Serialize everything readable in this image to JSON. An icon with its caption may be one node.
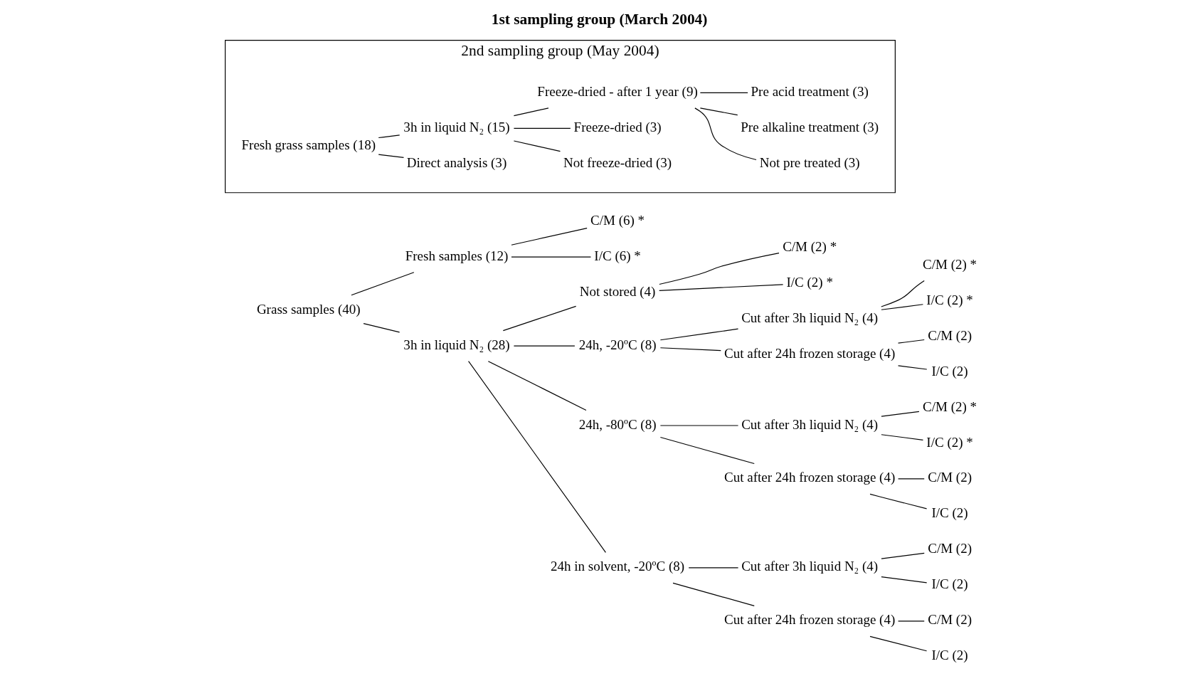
{
  "diagram": {
    "title": "1st sampling group (March 2004)",
    "nodes": [
      {
        "text": [
          "Grass samples (40)"
        ]
      },
      {
        "text": [
          "Fresh samples (12)"
        ]
      },
      {
        "text": [
          "C/M (6) *"
        ]
      },
      {
        "text": [
          "I/C (6) *"
        ]
      },
      {
        "text": [
          "3h in liquid N₂ (28)"
        ]
      },
      {
        "text": [
          "Not stored (4)"
        ]
      },
      {
        "text": [
          "C/M (2) *"
        ]
      },
      {
        "text": [
          "I/C (2) *"
        ]
      },
      {
        "text": [
          "24h, -20ºC (8)"
        ]
      },
      {
        "text": [
          "Cut after 3h liquid N₂ (4)"
        ]
      },
      {
        "text": [
          "C/M (2) *"
        ]
      },
      {
        "text": [
          "I/C (2) *"
        ]
      },
      {
        "text": [
          "Cut after 24h frozen storage (4)"
        ]
      },
      {
        "text": [
          "C/M (2)"
        ]
      },
      {
        "text": [
          "I/C (2)"
        ]
      },
      {
        "text": [
          "24h, -80ºC (8)"
        ]
      },
      {
        "text": [
          "Cut after 3h liquid N₂ (4)"
        ]
      },
      {
        "text": [
          "C/M (2) *"
        ]
      },
      {
        "text": [
          "I/C (2) *"
        ]
      },
      {
        "text": [
          "Cut after 24h frozen storage (4)"
        ]
      },
      {
        "text": [
          "C/M (2)"
        ]
      },
      {
        "text": [
          "I/C (2)"
        ]
      },
      {
        "text": [
          "24h in solvent, -20ºC (8)"
        ]
      },
      {
        "text": [
          "Cut after 3h liquid N₂ (4)"
        ]
      },
      {
        "text": [
          "C/M (2)"
        ]
      },
      {
        "text": [
          "I/C (2)"
        ]
      },
      {
        "text": [
          "Cut after 24h frozen storage (4)"
        ]
      },
      {
        "text": [
          "C/M (2)"
        ]
      },
      {
        "text": [
          "I/C (2)"
        ]
      },
      {
        "text": [
          "2nd sampling group (May 2004)"
        ]
      },
      {
        "text": [
          "Fresh grass samples (18)"
        ],
        "in": 29
      },
      {
        "text": [
          "Direct analysis (3)"
        ],
        "in": 29
      },
      {
        "text": [
          "3h in liquid N₂ (15)"
        ],
        "in": 29
      },
      {
        "text": [
          "Not freeze-dried (3)"
        ],
        "in": 29
      },
      {
        "text": [
          "Freeze-dried (3)"
        ],
        "in": 29
      },
      {
        "text": [
          "Freeze-dried - after 1 year (9)"
        ],
        "in": 29
      },
      {
        "text": [
          "Not pre treated (3)"
        ],
        "in": 29
      },
      {
        "text": [
          "Pre alkaline treatment (3)"
        ],
        "in": 29
      },
      {
        "text": [
          "Pre acid treatment (3)"
        ],
        "in": 29
      }
    ],
    "edges": [
      {
        "from": 0,
        "to": 1,
        "arrow": "none"
      },
      {
        "from": 0,
        "to": 4,
        "arrow": "none"
      },
      {
        "from": 1,
        "to": 2,
        "arrow": "none"
      },
      {
        "from": 1,
        "to": 3,
        "arrow": "none"
      },
      {
        "from": 4,
        "to": 5,
        "arrow": "none"
      },
      {
        "from": 4,
        "to": 8,
        "arrow": "none"
      },
      {
        "from": 4,
        "to": 15,
        "arrow": "none"
      },
      {
        "from": 4,
        "to": 22,
        "arrow": "none"
      },
      {
        "from": 5,
        "to": 6,
        "arrow": "none"
      },
      {
        "from": 5,
        "to": 7,
        "arrow": "none"
      },
      {
        "from": 8,
        "to": 9,
        "arrow": "none"
      },
      {
        "from": 8,
        "to": 12,
        "arrow": "none"
      },
      {
        "from": 9,
        "to": 10,
        "arrow": "none"
      },
      {
        "from": 9,
        "to": 11,
        "arrow": "none"
      },
      {
        "from": 12,
        "to": 13,
        "arrow": "none"
      },
      {
        "from": 12,
        "to": 14,
        "arrow": "none"
      },
      {
        "from": 15,
        "to": 16,
        "arrow": "none"
      },
      {
        "from": 15,
        "to": 19,
        "arrow": "none"
      },
      {
        "from": 16,
        "to": 17,
        "arrow": "none"
      },
      {
        "from": 16,
        "to": 18,
        "arrow": "none"
      },
      {
        "from": 19,
        "to": 20,
        "arrow": "none"
      },
      {
        "from": 19,
        "to": 21,
        "arrow": "none"
      },
      {
        "from": 22,
        "to": 23,
        "arrow": "none"
      },
      {
        "from": 22,
        "to": 26,
        "arrow": "none"
      },
      {
        "from": 23,
        "to": 24,
        "arrow": "none"
      },
      {
        "from": 23,
        "to": 25,
        "arrow": "none"
      },
      {
        "from": 26,
        "to": 27,
        "arrow": "none"
      },
      {
        "from": 26,
        "to": 28,
        "arrow": "none"
      },
      {
        "from": 30,
        "to": 31,
        "arrow": "none"
      },
      {
        "from": 30,
        "to": 32,
        "arrow": "none"
      },
      {
        "from": 32,
        "to": 33,
        "arrow": "none"
      },
      {
        "from": 32,
        "to": 34,
        "arrow": "none"
      },
      {
        "from": 32,
        "to": 35,
        "arrow": "none"
      },
      {
        "from": 35,
        "to": 36,
        "arrow": "none"
      },
      {
        "from": 35,
        "to": 37,
        "arrow": "none"
      },
      {
        "from": 35,
        "to": 38,
        "arrow": "none"
      }
    ]
  }
}
